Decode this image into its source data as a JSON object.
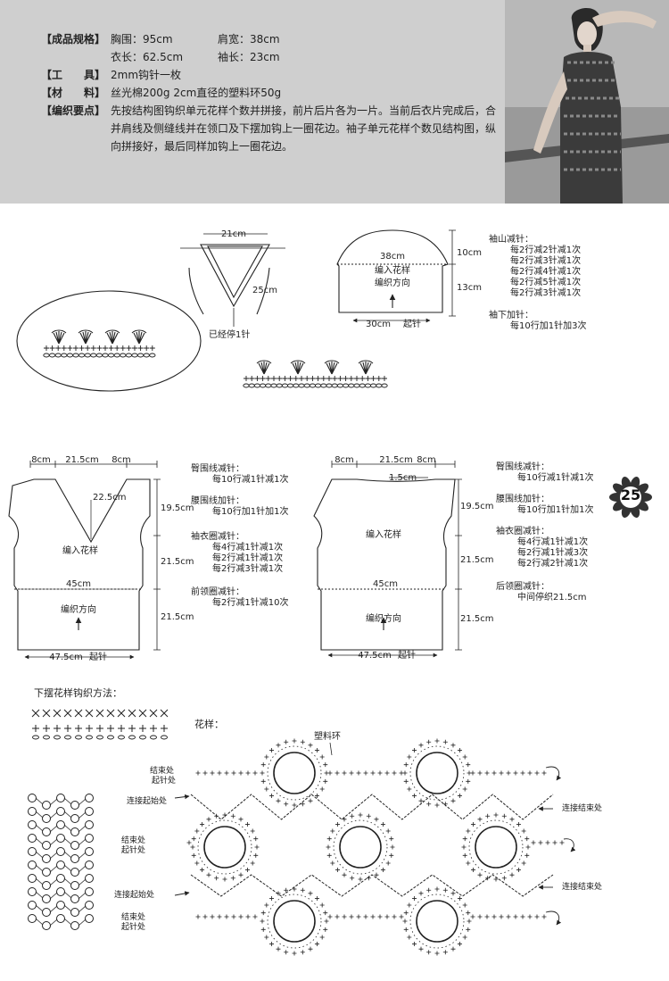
{
  "info": {
    "spec_label": "【成品规格】",
    "chest": "胸围：95cm",
    "shoulder": "肩宽：38cm",
    "length": "衣长：62.5cm",
    "sleeve": "袖长：23cm",
    "tool_label": "【工　　具】",
    "tool": "2mm钩针一枚",
    "material_label": "【材　　料】",
    "material": "丝光棉200g 2cm直径的塑料环50g",
    "points_label": "【编织要点】",
    "points": "先按结构图钩织单元花样个数并拼接，前片后片各为一片。当前后衣片完成后，合并肩线及侧缝线并在领口及下摆加钩上一圈花边。袖子单元花样个数见结构图，纵向拼接好，最后同样加钩上一圈花边。"
  },
  "collar": {
    "w": "21cm",
    "h": "25cm",
    "note": "已经停1针"
  },
  "sleeve": {
    "top": "38cm",
    "bottom": "30cm",
    "start": "起针",
    "h1": "10cm",
    "h2": "13cm",
    "pattern": "编入花样",
    "direction": "编织方向",
    "dec_title": "袖山减针：",
    "dec": [
      "每2行减2针减1次",
      "每2行减3针减1次",
      "每2行减4针减1次",
      "每2行减5针减1次",
      "每2行减3针减1次"
    ],
    "inc_title": "袖下加针：",
    "inc": [
      "每10行加1针加3次"
    ]
  },
  "front": {
    "w1": "8cm",
    "w2": "21.5cm",
    "w3": "8cm",
    "neck": "22.5cm",
    "h1": "19.5cm",
    "h2": "21.5cm",
    "h3": "21.5cm",
    "pattern": "编入花样",
    "mid": "45cm",
    "direction": "编织方向",
    "bottom": "47.5cm",
    "start": "起针",
    "notes": [
      {
        "t": "臀围线减针：",
        "l": [
          "每10行减1针减1次"
        ]
      },
      {
        "t": "腰围线加针：",
        "l": [
          "每10行加1针加1次"
        ]
      },
      {
        "t": "袖衣圈减针：",
        "l": [
          "每4行减1针减1次",
          "每2行减1针减1次",
          "每2行减3针减1次"
        ]
      },
      {
        "t": "前领圈减针：",
        "l": [
          "每2行减1针减10次"
        ]
      }
    ]
  },
  "back": {
    "w1": "8cm",
    "w2": "21.5cm",
    "w3": "8cm",
    "neck": "1.5cm",
    "h1": "19.5cm",
    "h2": "21.5cm",
    "h3": "21.5cm",
    "pattern": "编入花样",
    "mid": "45cm",
    "direction": "编织方向",
    "bottom": "47.5cm",
    "start": "起针",
    "notes": [
      {
        "t": "臀围线减针：",
        "l": [
          "每10行减1针减1次"
        ]
      },
      {
        "t": "腰围线加针：",
        "l": [
          "每10行加1针加1次"
        ]
      },
      {
        "t": "袖衣圈减针：",
        "l": [
          "每4行减1针减1次",
          "每2行减1针减3次",
          "每2行减2针减1次"
        ]
      },
      {
        "t": "后领圈减针：",
        "l": [
          "中间停织21.5cm"
        ]
      }
    ]
  },
  "hem": {
    "title": "下摆花样钩织方法："
  },
  "motif": {
    "title": "花样：",
    "ring": "塑料环",
    "end": "结束处",
    "start": "起针处",
    "join_start": "连接起始处",
    "join_end": "连接结束处"
  },
  "page_number": "25",
  "colors": {
    "header_bg": "#cfcfcf",
    "ink": "#222222",
    "badge": "#333333"
  }
}
